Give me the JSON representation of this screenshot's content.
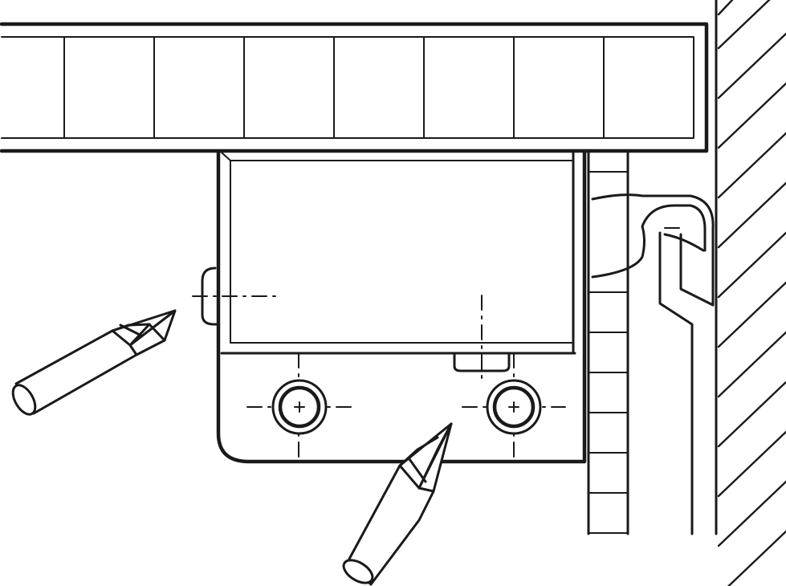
{
  "drawing": {
    "type": "technical line drawing",
    "line_color": "#1a1a1a",
    "background_color": "#ffffff",
    "parts": [
      {
        "name": "shelf-panel",
        "icon": "panel-icon"
      },
      {
        "name": "wall-surface",
        "icon": "hatched-wall-icon"
      },
      {
        "name": "mounting-plate",
        "icon": "bracket-icon"
      },
      {
        "name": "screw",
        "count": 2,
        "icon": "screw-icon"
      },
      {
        "name": "screwdriver",
        "count": 2,
        "icon": "screwdriver-icon"
      },
      {
        "name": "hook-profile",
        "icon": "hook-icon"
      },
      {
        "name": "rail",
        "icon": "rail-icon"
      }
    ]
  }
}
